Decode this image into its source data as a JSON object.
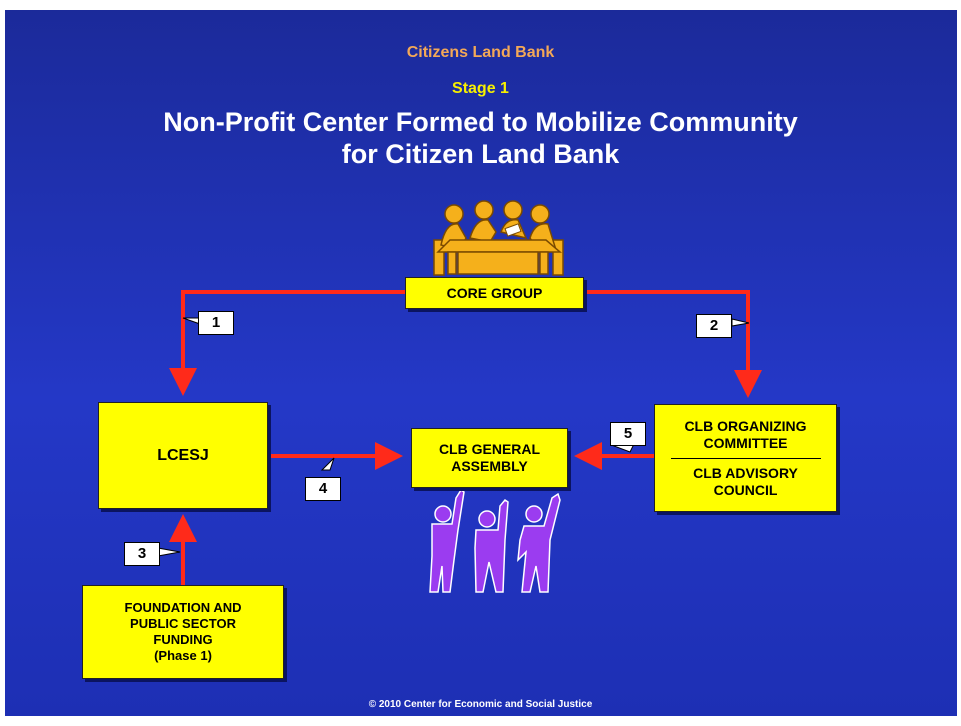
{
  "header": {
    "topline": "Citizens Land Bank",
    "stage": "Stage 1",
    "title_line1": "Non-Profit Center Formed to Mobilize Community",
    "title_line2": "for Citizen Land Bank"
  },
  "boxes": {
    "core_group": "CORE GROUP",
    "lcesj": "LCESJ",
    "assembly_line1": "CLB GENERAL",
    "assembly_line2": "ASSEMBLY",
    "org_line1": "CLB ORGANIZING",
    "org_line2": "COMMITTEE",
    "org_line3": "CLB ADVISORY",
    "org_line4": "COUNCIL",
    "fund_line1": "FOUNDATION AND",
    "fund_line2": "PUBLIC SECTOR",
    "fund_line3": "FUNDING",
    "fund_line4": "(Phase 1)"
  },
  "step_numbers": [
    "1",
    "2",
    "3",
    "4",
    "5"
  ],
  "footer": {
    "copyright": "© 2010  Center for Economic and Social Justice"
  },
  "colors": {
    "background": "#2438c7",
    "box_fill": "#ffff00",
    "arrow": "#ff2a1a",
    "topline": "#f3a857",
    "stage": "#f7f000",
    "meeting_clipart": "#f5b01b",
    "people_clipart": "#9b3cf0"
  },
  "icons": {
    "meeting": "meeting-table-icon",
    "people": "people-raising-hands-icon"
  }
}
